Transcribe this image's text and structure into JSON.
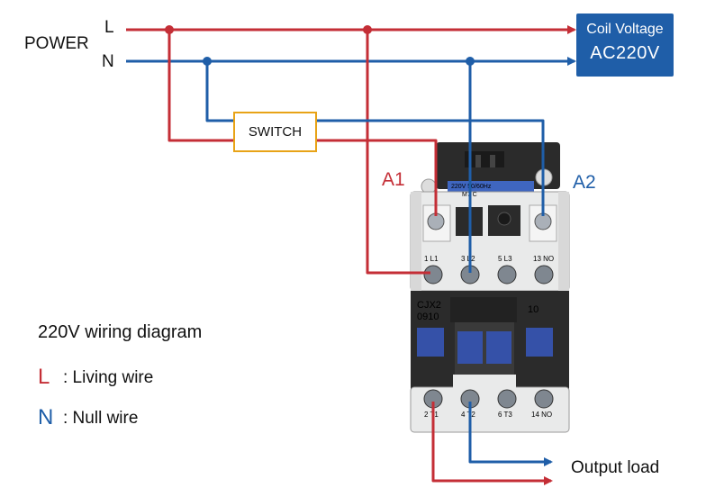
{
  "power": {
    "title": "POWER",
    "live": "L",
    "neutral": "N"
  },
  "coil_box": {
    "line1": "Coil Voltage",
    "line2": "AC220V"
  },
  "switch_label": "SWITCH",
  "terminals": {
    "a1": "A1",
    "a2": "A2"
  },
  "contactor": {
    "plate_line1": "220V 50/60Hz",
    "plate_line2": "M7    C",
    "model_line1": "CJX2",
    "model_line2": "0910",
    "contact_count": "10",
    "top_terminals": [
      "1  L1",
      "3  L2",
      "5  L3",
      "13 NO"
    ],
    "bottom_terminals": [
      "2  T1",
      "4  T2",
      "6  T3",
      "14 NO"
    ]
  },
  "caption": "220V wiring diagram",
  "legend": [
    {
      "letter": "L",
      "text": ": Living wire"
    },
    {
      "letter": "N",
      "text": ": Null wire"
    }
  ],
  "output_label": "Output load",
  "colors": {
    "live_wire": "#c42e36",
    "neutral_wire": "#1f5ea8",
    "switch_border": "#e8a317",
    "coil_box": "#1f5ea8",
    "contactor_body": "#2b2b2b",
    "contactor_base": "#e9eaea",
    "button": "#3551a8"
  }
}
